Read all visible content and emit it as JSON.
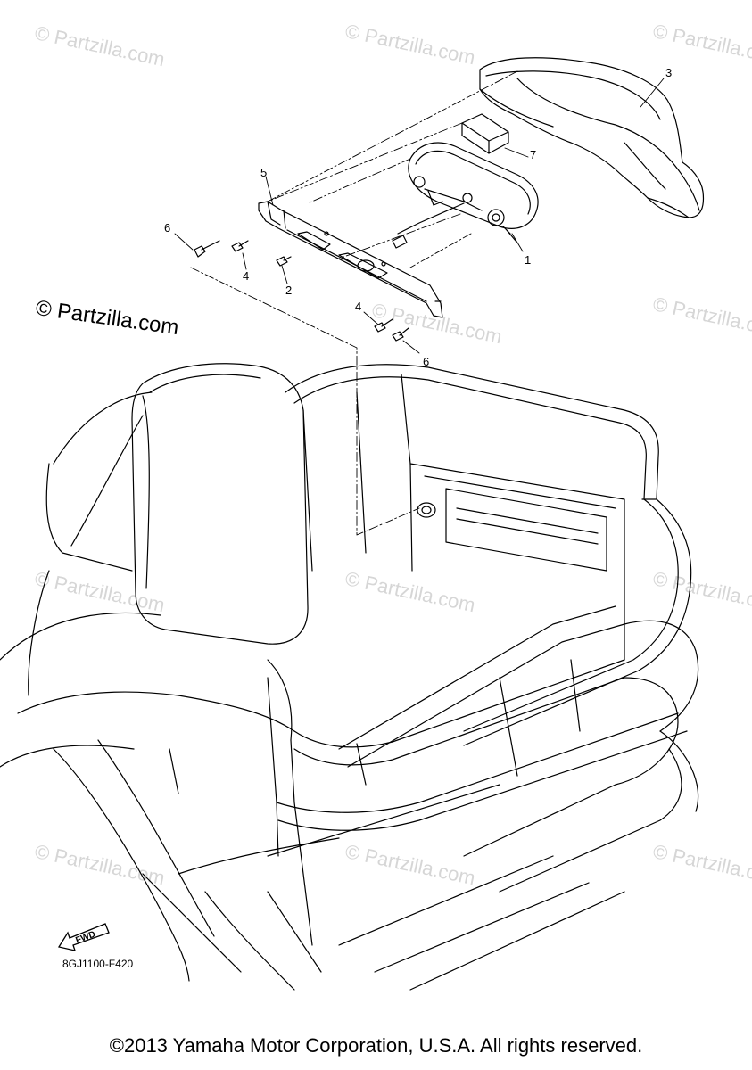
{
  "watermark_text": "© Partzilla.com",
  "callouts": {
    "c1": "1",
    "c2": "2",
    "c3": "3",
    "c4a": "4",
    "c4b": "4",
    "c5": "5",
    "c6a": "6",
    "c6b": "6",
    "c7": "7"
  },
  "fwd_label": "FWD",
  "diagram_code": "8GJ1100-F420",
  "copyright": "©2013 Yamaha Motor Corporation, U.S.A. All rights reserved."
}
